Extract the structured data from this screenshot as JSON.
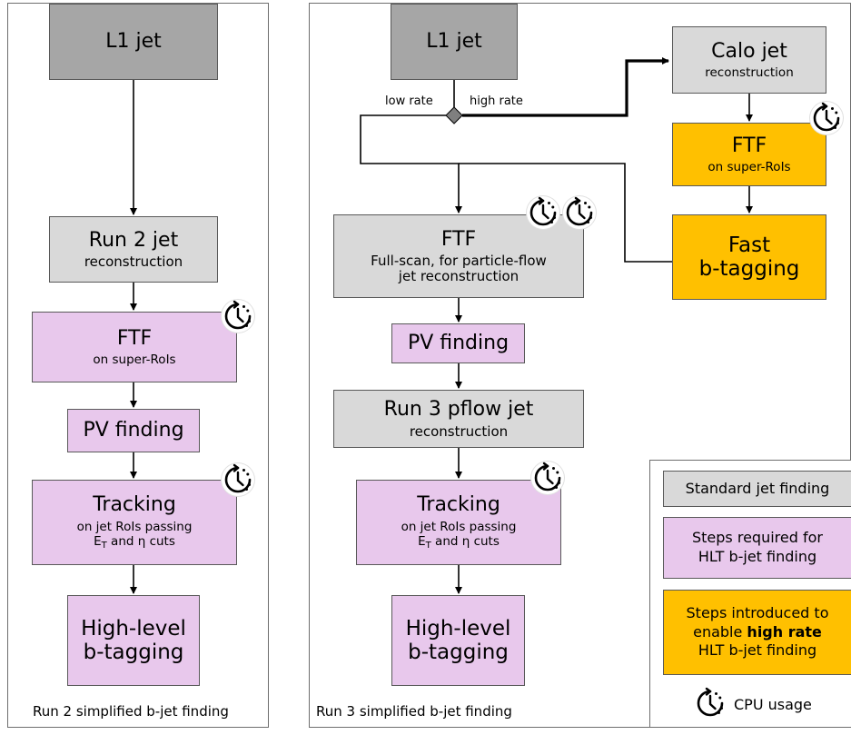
{
  "run2": {
    "caption": "Run 2 simplified b-jet finding",
    "l1": "L1 jet",
    "jet_title": "Run 2 jet",
    "jet_sub": "reconstruction",
    "ftf_title": "FTF",
    "ftf_sub": "on super-RoIs",
    "pv": "PV finding",
    "tracking_title": "Tracking",
    "tracking_sub1": "on jet RoIs passing",
    "tracking_sub2_a": "E",
    "tracking_sub2_sub": "T",
    "tracking_sub2_b": " and η cuts",
    "hl_1": "High-level",
    "hl_2": "b-tagging"
  },
  "run3": {
    "caption": "Run 3 simplified b-jet finding",
    "l1": "L1 jet",
    "low_rate": "low rate",
    "high_rate": "high rate",
    "calo_title": "Calo jet",
    "calo_sub": "reconstruction",
    "ftf_super_title": "FTF",
    "ftf_super_sub": "on super-RoIs",
    "fast_1": "Fast",
    "fast_2": "b-tagging",
    "ftf_full_title": "FTF",
    "ftf_full_sub1": "Full-scan, for particle-flow",
    "ftf_full_sub2": "jet reconstruction",
    "pv": "PV finding",
    "pflow_title": "Run 3 pflow jet",
    "pflow_sub": "reconstruction",
    "tracking_title": "Tracking",
    "tracking_sub1": "on jet RoIs passing",
    "tracking_sub2_a": "E",
    "tracking_sub2_sub": "T",
    "tracking_sub2_b": " and η cuts",
    "hl_1": "High-level",
    "hl_2": "b-tagging"
  },
  "legend": {
    "standard": "Standard jet finding",
    "required_1": "Steps required for",
    "required_2": "HLT b-jet finding",
    "introduced_1": "Steps introduced to",
    "introduced_2a": "enable ",
    "introduced_2b": "high rate",
    "introduced_3": "HLT b-jet finding",
    "cpu": "CPU usage"
  },
  "colors": {
    "l1": "#a6a6a6",
    "standard": "#d9d9d9",
    "required": "#e8c8ec",
    "introduced": "#ffc000"
  }
}
